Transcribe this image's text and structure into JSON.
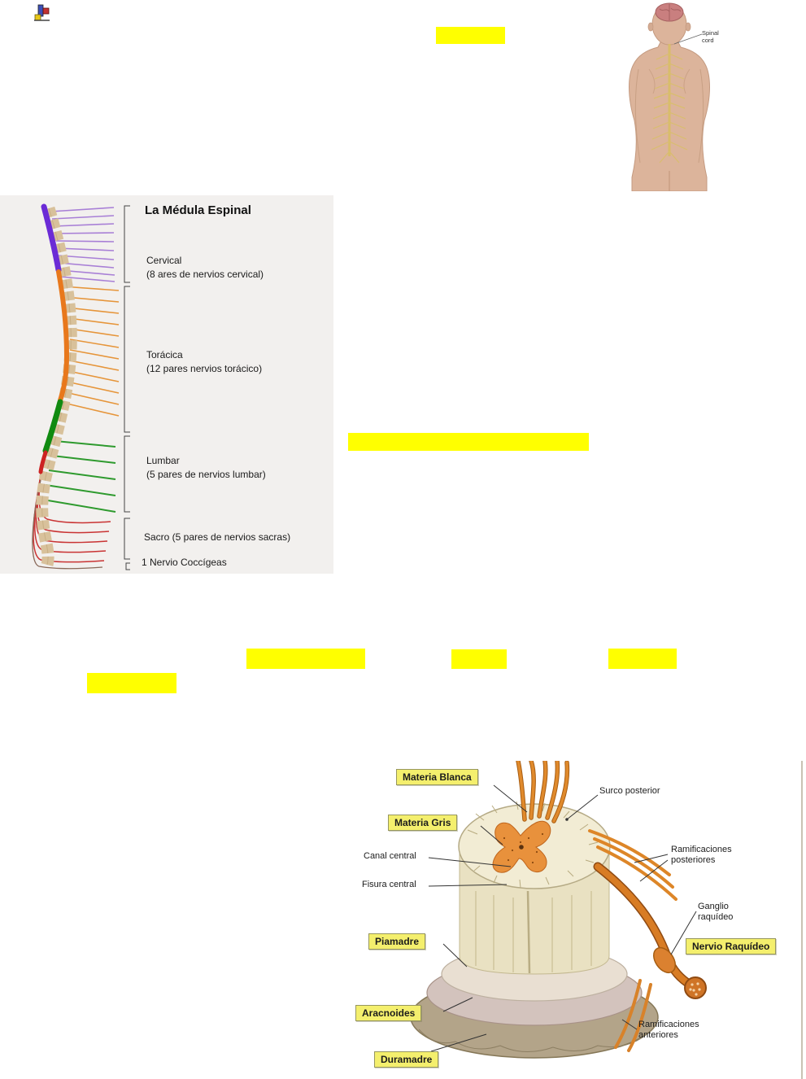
{
  "doc": {
    "highlight_color": "#ffff00"
  },
  "back_figure": {
    "label": "Spinal cord"
  },
  "spine_diagram": {
    "title": "La Médula Espinal",
    "sections": [
      {
        "name": "Cervical",
        "detail": "(8 ares de nervios cervical)"
      },
      {
        "name": "Torácica",
        "detail": "(12 pares nervios torácico)"
      },
      {
        "name": "Lumbar",
        "detail": "(5 pares de nervios lumbar)"
      },
      {
        "name": "Sacro (5 pares de nervios sacras)"
      },
      {
        "name": "1 Nervio Coccígeas"
      }
    ],
    "colors": {
      "cervical_cord": "#6b2bd6",
      "thoracic_cord": "#e8781c",
      "lumbar_cord": "#108a10",
      "sacral_cord": "#cc2222"
    }
  },
  "cross_section": {
    "labels": {
      "materia_blanca": "Materia Blanca",
      "materia_gris": "Materia Gris",
      "canal_central": "Canal central",
      "fisura_central": "Fisura central",
      "piamadre": "Piamadre",
      "aracnoides": "Aracnoides",
      "duramadre": "Duramadre",
      "surco_posterior": "Surco posterior",
      "ramificaciones_posteriores": "Ramificaciones posteriores",
      "ganglio_raquideo": "Ganglio raquídeo",
      "nervio_raquideo": "Nervio Raquídeo",
      "ramificaciones_anteriores": "Ramificaciones anteriores"
    }
  }
}
